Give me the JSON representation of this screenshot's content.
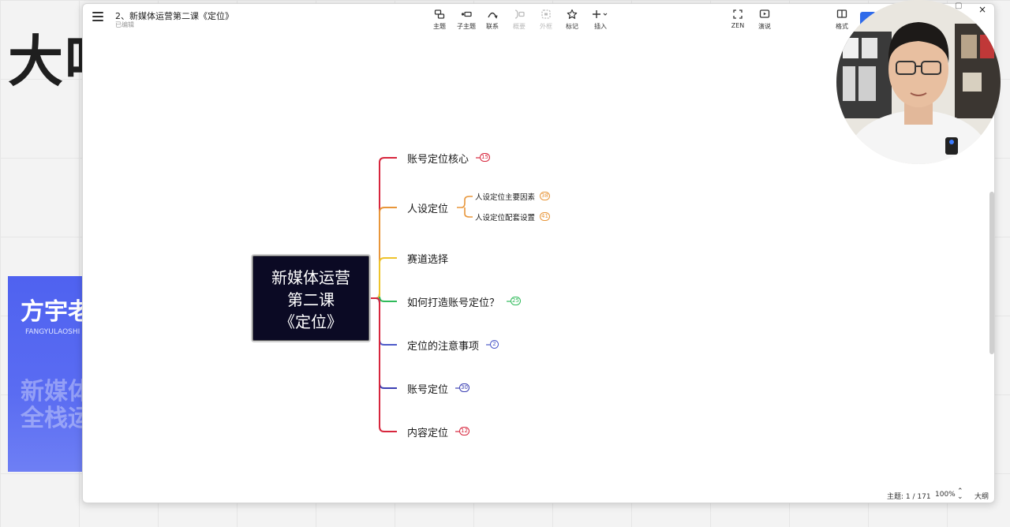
{
  "background": {
    "big_text": "大咱",
    "panel_name": "方宇老",
    "panel_sub": "FANGYULAOSHI",
    "panel_tag_line1": "新媒体",
    "panel_tag_line2": "全栈运"
  },
  "window": {
    "title": "2、新媒体运营第二课《定位》",
    "status": "已编辑"
  },
  "toolbar": {
    "topic": "主题",
    "subtopic": "子主题",
    "relation": "联系",
    "summary": "概要",
    "boundary": "外框",
    "marker": "标记",
    "insert": "插入",
    "zen": "ZEN",
    "present": "演说",
    "format": "格式"
  },
  "mindmap": {
    "central_line1": "新媒体运营",
    "central_line2": "第二课",
    "central_line3": "《定位》",
    "branches": [
      {
        "label": "账号定位核心",
        "badge": "15",
        "color": "#d7263d"
      },
      {
        "label": "人设定位",
        "badge": "",
        "color": "#e8963a"
      },
      {
        "label": "赛道选择",
        "badge": "",
        "color": "#eec32b"
      },
      {
        "label": "如何打造账号定位？",
        "badge": "25",
        "color": "#2fba5a"
      },
      {
        "label": "定位的注意事项",
        "badge": "2",
        "color": "#4d5ac9"
      },
      {
        "label": "账号定位",
        "badge": "30",
        "color": "#3b3fb3"
      },
      {
        "label": "内容定位",
        "badge": "12",
        "color": "#d7263d"
      }
    ],
    "sub_branches": [
      {
        "label": "人设定位主要因素",
        "badge": "38",
        "color": "#e8963a"
      },
      {
        "label": "人设定位配套设置",
        "badge": "41",
        "color": "#e8963a"
      }
    ]
  },
  "statusbar": {
    "topic_count": "主题: 1 / 171",
    "zoom": "100%",
    "outline": "大纲"
  },
  "webcam": {
    "close": "×"
  },
  "colors": {
    "central_bg": "#0b0a24",
    "accent_blue": "#2f6bea",
    "panel_blue": "#4f62f0"
  }
}
